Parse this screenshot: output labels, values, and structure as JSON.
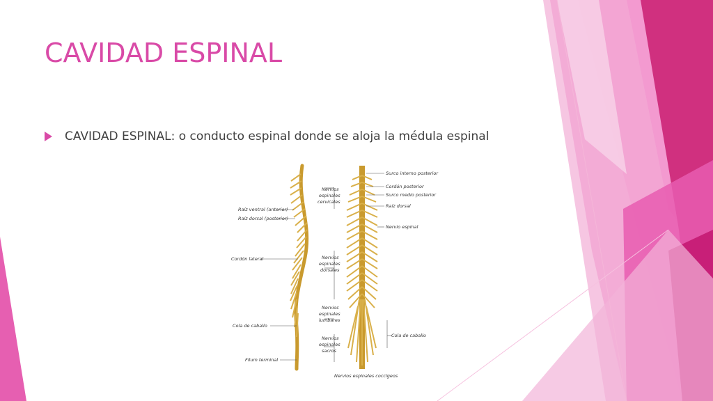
{
  "slide": {
    "title": "CAVIDAD ESPINAL",
    "bullet_text": "CAVIDAD ESPINAL: o conducto espinal donde se aloja la médula espinal",
    "accent_color": "#d94aa7"
  },
  "figure": {
    "left_labels": {
      "raiz_ventral": "Raíz ventral (anterior)",
      "raiz_dorsal": "Raíz dorsal (posterior)",
      "cordon_lateral": "Cordón lateral",
      "cola_caballo": "Cola de caballo",
      "filum_terminal": "Filum terminal"
    },
    "middle_labels": {
      "cervicales": [
        "Nervios",
        "espinales",
        "cervicales"
      ],
      "dorsales": [
        "Nervios",
        "espinales",
        "dorsales"
      ],
      "lumbares": [
        "Nervios",
        "espinales",
        "lumbares"
      ],
      "sacros": [
        "Nervios",
        "espinales",
        "sacros"
      ]
    },
    "right_labels": {
      "surco_interno": "Surco interno posterior",
      "cordon_posterior": "Cordón posterior",
      "surco_medio": "Surco medio posterior",
      "raiz_dorsal": "Raíz dorsal",
      "nervio_espinal": "Nervio espinal",
      "cola_caballo": "Cola de caballo"
    },
    "bottom_label": "Nervios espinales coccígeos"
  }
}
